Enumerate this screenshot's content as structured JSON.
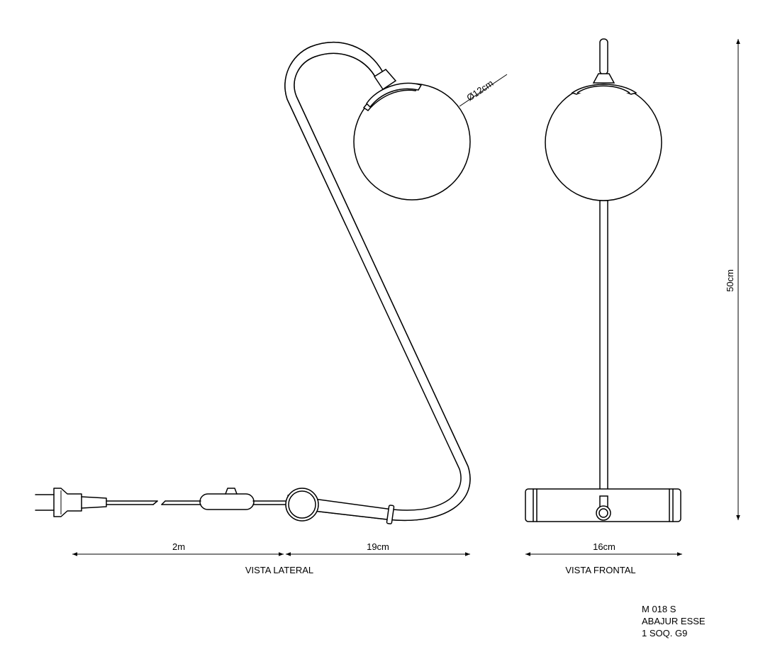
{
  "dimensions": {
    "cord_length": "2m",
    "side_base_depth": "19cm",
    "front_base_width": "16cm",
    "height": "50cm",
    "globe_diameter": "Ø12cm"
  },
  "views": {
    "side": "VISTA LATERAL",
    "front": "VISTA FRONTAL"
  },
  "product": {
    "code": "M 018 S",
    "name": "ABAJUR ESSE",
    "socket": "1 SOQ. G9"
  }
}
